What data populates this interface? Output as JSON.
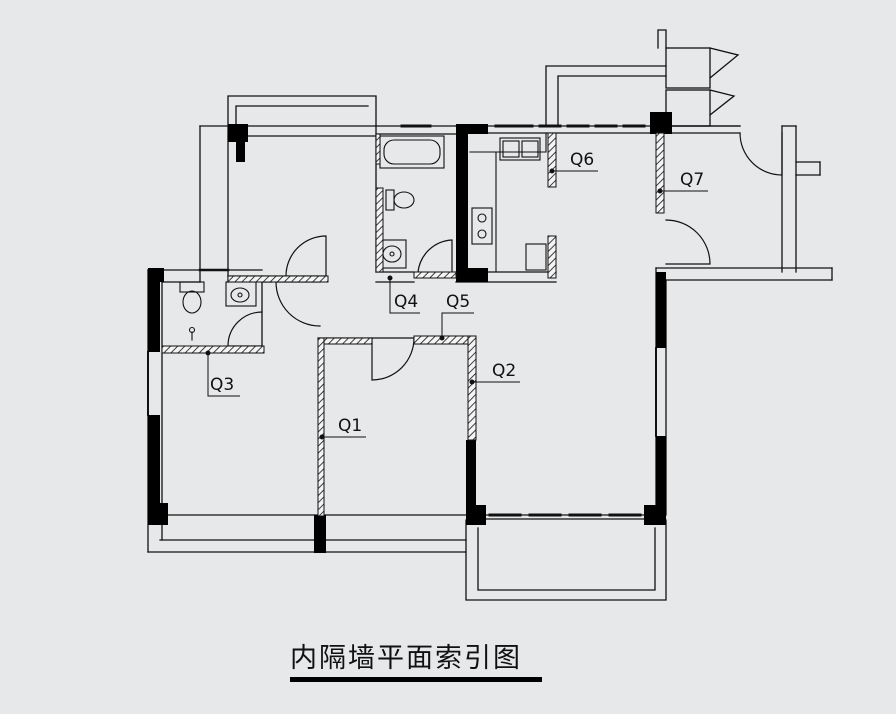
{
  "drawing": {
    "title": "内隔墙平面索引图",
    "wall_labels": {
      "q1": "Q1",
      "q2": "Q2",
      "q3": "Q3",
      "q4": "Q4",
      "q5": "Q5",
      "q6": "Q6",
      "q7": "Q7"
    }
  },
  "colors": {
    "background": "#e7e8ea",
    "line": "#111111",
    "wall_fill": "#000000"
  }
}
